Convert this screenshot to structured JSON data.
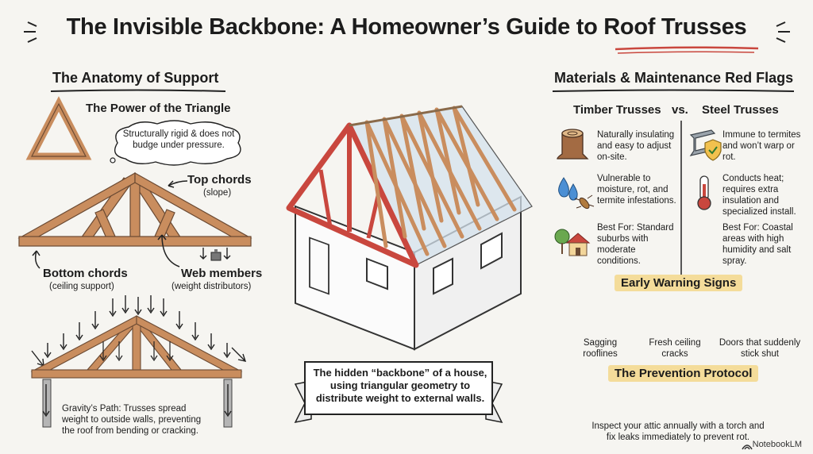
{
  "title": "The Invisible Backbone: A Homeowner’s Guide to Roof Trusses",
  "anatomy": {
    "heading": "The Anatomy of Support",
    "triangle_title": "The Power of the Triangle",
    "triangle_note": "Structurally rigid & does not budge under pressure.",
    "top_chords": "Top chords",
    "top_chords_sub": "(slope)",
    "bottom_chords": "Bottom chords",
    "bottom_chords_sub": "(ceiling support)",
    "web_members": "Web members",
    "web_members_sub": "(weight distributors)",
    "gravity_note": "Gravity’s Path: Trusses spread weight to outside walls, preventing the roof from bending or cracking."
  },
  "center": {
    "banner": "The hidden “backbone” of a house, using triangular geometry to distribute weight to external walls."
  },
  "materials": {
    "heading": "Materials & Maintenance Red Flags",
    "timber_title": "Timber Trusses",
    "vs": "vs.",
    "steel_title": "Steel Trusses",
    "timber_points": [
      "Naturally insulating and easy to adjust on-site.",
      "Vulnerable to moisture, rot, and termite infestations.",
      "Best For: Standard suburbs with moderate conditions."
    ],
    "steel_points": [
      "Immune to termites and won’t warp or rot.",
      "Conducts heat; requires extra insulation and specialized install.",
      "Best For: Coastal areas with high humidity and salt spray."
    ],
    "warning_heading": "Early Warning Signs",
    "warning_signs": [
      "Sagging rooflines",
      "Fresh ceiling cracks",
      "Doors that suddenly stick shut"
    ],
    "prevention_heading": "The Prevention Protocol",
    "prevention_text": "Inspect your attic annually with a torch and fix leaks immediately to prevent rot."
  },
  "footer": "NotebookLM",
  "colors": {
    "wood": "#c98d5e",
    "wood_dark": "#6b4a33",
    "red": "#c9473e",
    "highlight": "#f4dc9a",
    "glass": "#d4e2ec"
  }
}
